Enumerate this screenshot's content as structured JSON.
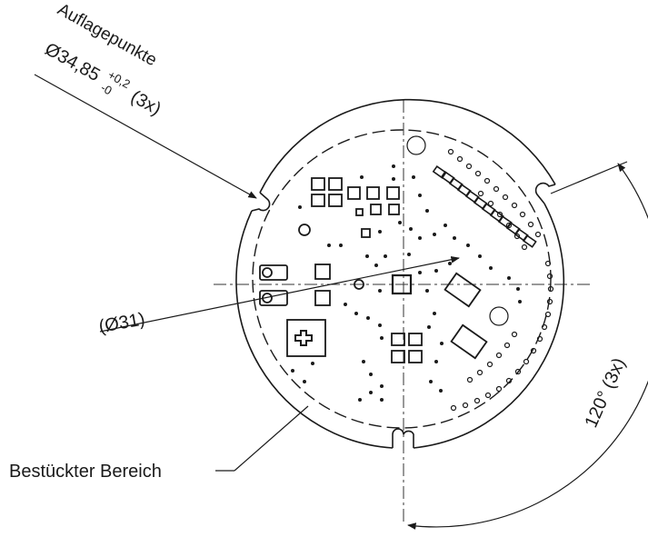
{
  "labels": {
    "contact_points": "Auflagepunkte",
    "dia_main": "Ø34,85",
    "tol_upper": "+0,2",
    "tol_lower": "-0",
    "count_contact": "(3x)",
    "dia_inner": "(Ø31)",
    "angle": "120° (3x)",
    "populated_area": "Bestückter Bereich"
  },
  "colors": {
    "line": "#1a1a1a",
    "background": "#ffffff"
  }
}
